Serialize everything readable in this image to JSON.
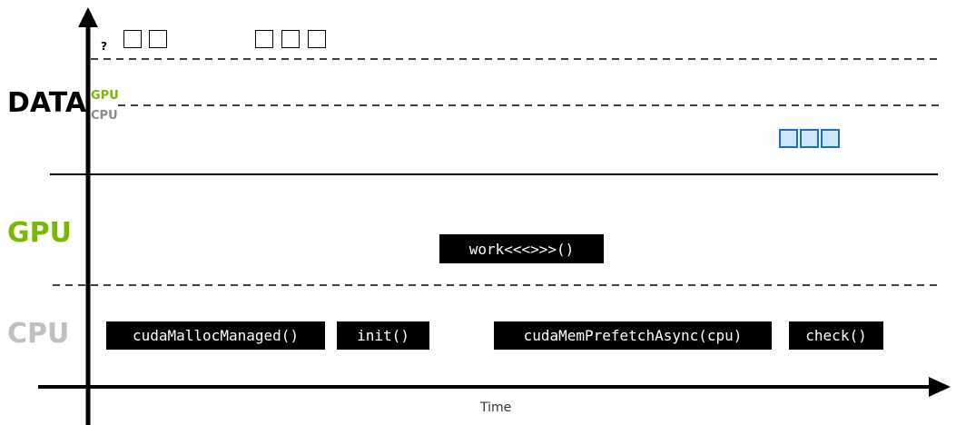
{
  "diagram": {
    "row_labels": {
      "data": "DATA",
      "gpu": "GPU",
      "cpu": "CPU"
    },
    "data_lanes": {
      "gpu": "GPU",
      "cpu": "CPU"
    },
    "unknown_marker": "?",
    "x_axis_label": "Time",
    "colors": {
      "gpu_green": "#76b900",
      "cpu_gray": "#c0c0c0",
      "prefetched_page_fill": "#cce6fa",
      "prefetched_page_border": "#1a6fc0"
    },
    "gpu_calls": [
      "work<<<>>>()"
    ],
    "cpu_calls": [
      "cudaMallocManaged()",
      "init()",
      "cudaMemPrefetchAsync(cpu)",
      "check()"
    ],
    "memory_pages": {
      "unallocated_group_1": 2,
      "unallocated_group_2": 3,
      "on_cpu_after_prefetch": 3
    }
  }
}
